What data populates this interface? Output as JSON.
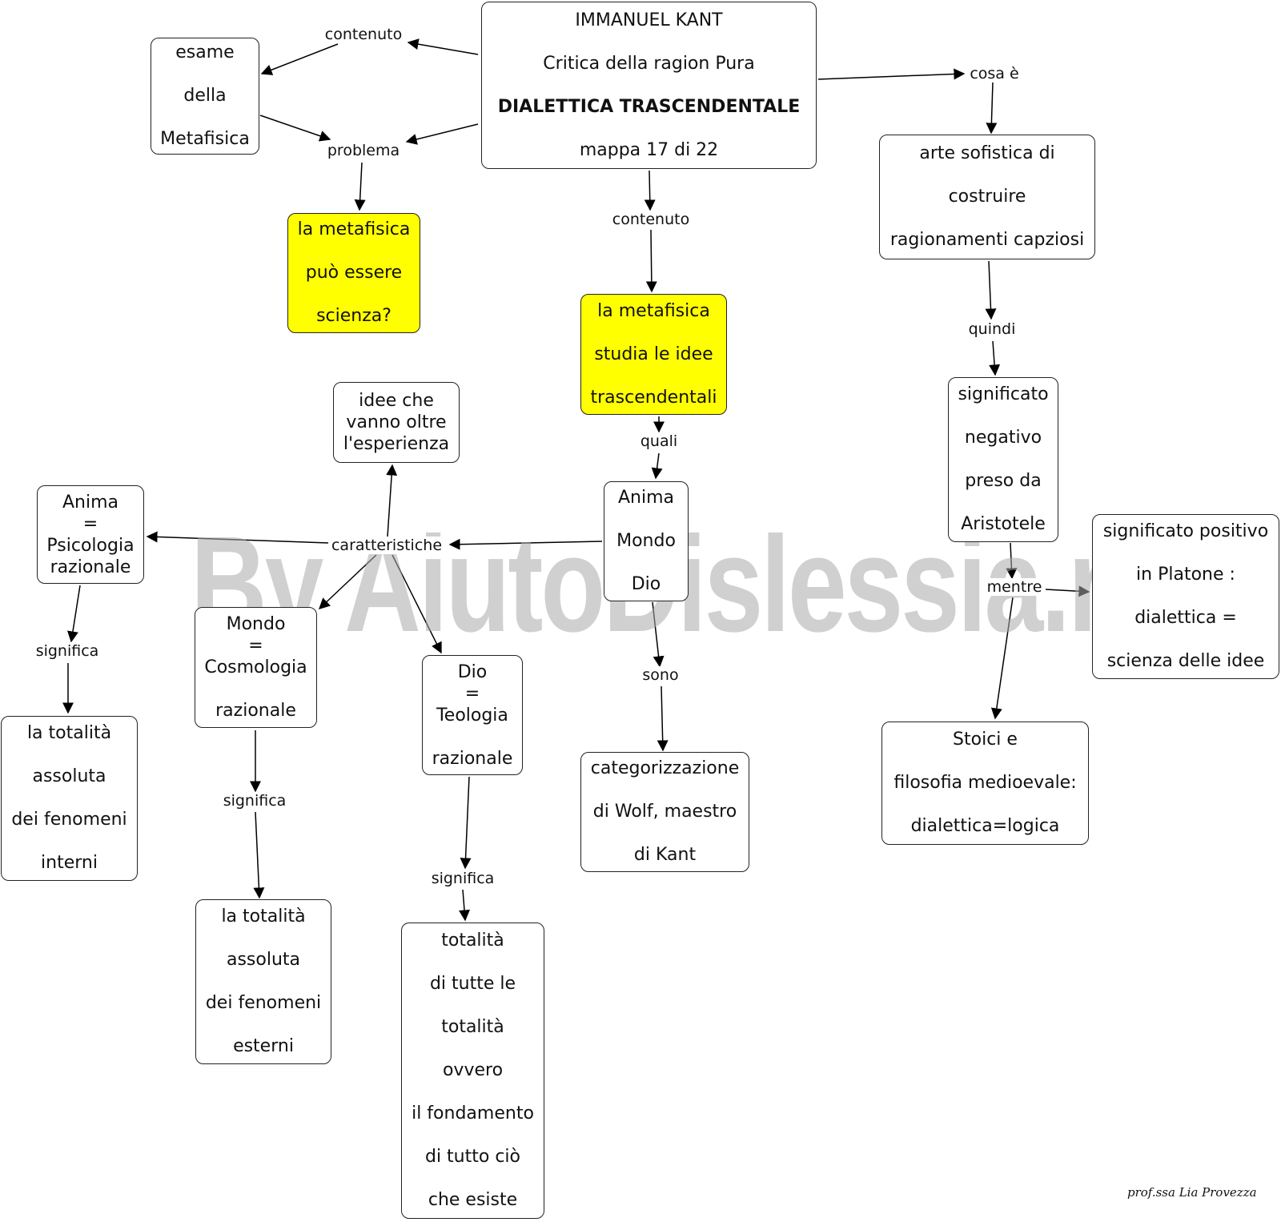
{
  "colors": {
    "highlight": "#ffff00",
    "border": "#222222",
    "watermark": "#aaaaaa"
  },
  "nodes": {
    "main": [
      "IMMANUEL KANT",
      "Critica della ragion Pura",
      "DIALETTICA TRASCENDENTALE",
      "mappa 17 di 22"
    ],
    "esame": [
      "esame",
      "della",
      "Metafisica"
    ],
    "metafisicaScienza": [
      "la metafisica",
      "può essere",
      "scienza?"
    ],
    "metafisicaIdee": [
      "la metafisica",
      "studia le idee",
      "trascendentali"
    ],
    "arteSofistica": [
      "arte sofistica di",
      "costruire",
      "ragionamenti capziosi"
    ],
    "significatoNegativo": [
      "significato",
      "negativo",
      "preso da",
      "Aristotele"
    ],
    "significatoPositivo": [
      "significato positivo",
      "in Platone :",
      "dialettica =",
      "scienza delle idee"
    ],
    "stoici": [
      "Stoici e",
      "filosofia medioevale:",
      "dialettica=logica"
    ],
    "animaMondoDio": [
      "Anima",
      "Mondo",
      "Dio"
    ],
    "ideeOltre": [
      "idee che",
      "vanno oltre",
      "l'esperienza"
    ],
    "animaPsicologia": [
      "Anima",
      "=",
      "Psicologia",
      "razionale"
    ],
    "mondoCosmologia": [
      "Mondo",
      "=",
      "Cosmologia",
      "razionale"
    ],
    "dioTeologia": [
      "Dio",
      "=",
      "Teologia",
      "razionale"
    ],
    "categorizzazione": [
      "categorizzazione",
      "di Wolf, maestro",
      "di Kant"
    ],
    "totalitaInterni": [
      "la totalità",
      "assoluta",
      "dei fenomeni",
      "interni"
    ],
    "totalitaEsterni": [
      "la totalità",
      "assoluta",
      "dei fenomeni",
      "esterni"
    ],
    "totalitaTutte": [
      "totalità",
      "di tutte le",
      "totalità",
      "ovvero",
      "il fondamento",
      "di tutto ciò",
      "che esiste"
    ]
  },
  "linkLabels": {
    "contenutoTop": "contenuto",
    "problema": "problema",
    "cosaE": "cosa è",
    "contenutoMid": "contenuto",
    "quindi": "quindi",
    "quali": "quali",
    "caratteristiche": "caratteristiche",
    "mentre": "mentre",
    "sono": "sono",
    "significaAnima": "significa",
    "significaMondo": "significa",
    "significaDio": "significa"
  },
  "watermark": "By AiutoDislessia.net",
  "signature": "prof.ssa Lia Provezza"
}
